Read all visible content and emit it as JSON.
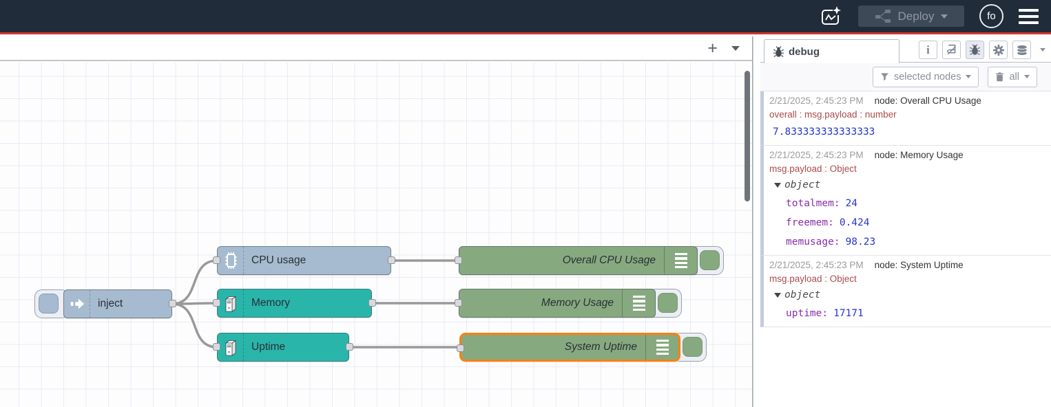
{
  "header": {
    "deploy_label": "Deploy",
    "avatar_text": "fo",
    "icons": [
      "assistant-icon",
      "deploy-nodes-icon",
      "menu-icon"
    ],
    "colors": {
      "background": "#212c3a",
      "bottom_accent": "#d3342e",
      "deploy_bg": "#3e4957"
    }
  },
  "canvas": {
    "add_flow_label": "+",
    "grid_color": "#e9ebf4"
  },
  "flow": {
    "nodes": [
      {
        "label": "inject",
        "type": "inject",
        "color": "#a6bbcf"
      },
      {
        "label": "CPU usage",
        "type": "cpu",
        "color": "#a6bbcf"
      },
      {
        "label": "Memory",
        "type": "os",
        "color": "#2ab5ab"
      },
      {
        "label": "Uptime",
        "type": "os",
        "color": "#2ab5ab"
      },
      {
        "label": "Overall CPU Usage",
        "type": "debug",
        "color": "#87a980"
      },
      {
        "label": "Memory Usage",
        "type": "debug",
        "color": "#87a980"
      },
      {
        "label": "System Uptime",
        "type": "debug",
        "color": "#87a980",
        "selected": true,
        "selection_color": "#ff7f0e"
      }
    ]
  },
  "sidebar": {
    "tab_label": "debug",
    "tab_icons": [
      "info-icon",
      "book-icon",
      "bug-icon",
      "gear-icon",
      "database-icon"
    ],
    "active_tab_icon": "bug-icon",
    "info_glyph": "i",
    "filter_button_label": "selected nodes",
    "clear_button_label": "all",
    "messages": [
      {
        "timestamp": "2/21/2025, 2:45:23 PM",
        "source": "node: Overall CPU Usage",
        "path": "overall : msg.payload : number",
        "value": "7.833333333333333"
      },
      {
        "timestamp": "2/21/2025, 2:45:23 PM",
        "source": "node: Memory Usage",
        "path": "msg.payload : Object",
        "object_label": "object",
        "fields": [
          {
            "key": "totalmem:",
            "value": "24"
          },
          {
            "key": "freemem:",
            "value": "0.424"
          },
          {
            "key": "memusage:",
            "value": "98.23"
          }
        ]
      },
      {
        "timestamp": "2/21/2025, 2:45:23 PM",
        "source": "node: System Uptime",
        "path": "msg.payload : Object",
        "object_label": "object",
        "fields": [
          {
            "key": "uptime:",
            "value": "17171"
          }
        ]
      }
    ]
  }
}
